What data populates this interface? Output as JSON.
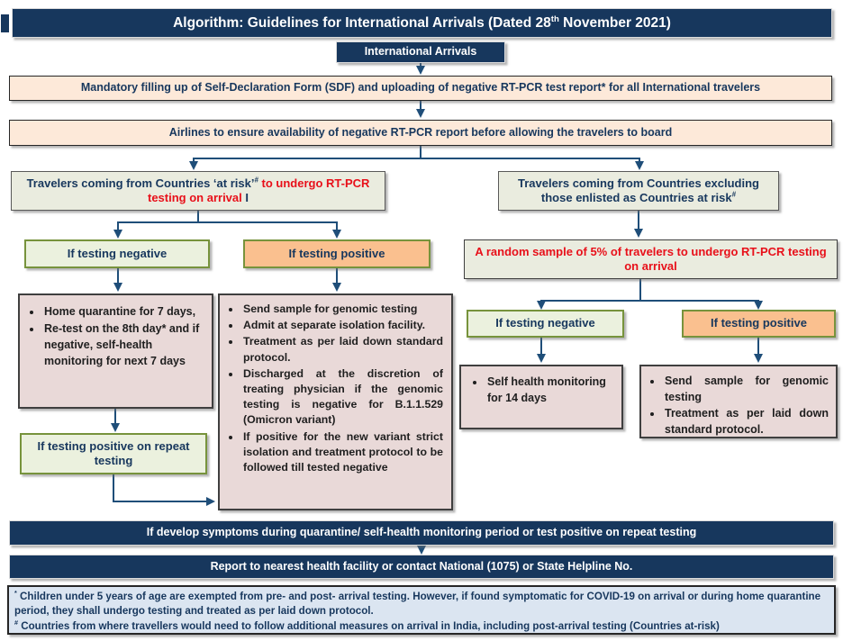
{
  "colors": {
    "navy": "#17375D",
    "connector_line": "#1F4E79",
    "peach": "#FDE9D9",
    "sage": "#EAECDF",
    "light_green": "#EBF1DE",
    "olive_border": "#77933C",
    "orange": "#FAC08F",
    "pink": "#E9D9D8",
    "footer_blue": "#DBE5F1",
    "red": "#E8101A"
  },
  "title": {
    "pre": "Algorithm: Guidelines for International Arrivals (Dated 28",
    "sup": "th",
    "post": " November 2021)"
  },
  "flow": {
    "international_arrivals": "International Arrivals",
    "mandatory": "Mandatory filling up of Self-Declaration Form (SDF) and uploading of negative RT-PCR test report* for all International travelers",
    "airlines": "Airlines to ensure availability of negative RT-PCR report before allowing the travelers to board",
    "at_risk": {
      "lead": "Travelers coming from Countries ‘at risk’",
      "sup": "#",
      "red": " to undergo RT-PCR testing on arrival",
      "tail": " I"
    },
    "excluding": {
      "text": "Travelers coming from Countries excluding those enlisted as Countries at risk",
      "sup": "#"
    },
    "if_negative": "If testing negative",
    "if_positive": "If testing positive",
    "home_quarantine": {
      "items": [
        "Home quarantine for 7 days,",
        "Re-test on the 8th day* and if negative, self-health monitoring for next 7 days"
      ]
    },
    "repeat_positive": "If testing positive on repeat testing",
    "genomic": {
      "items": [
        "Send sample for genomic testing",
        "Admit at separate isolation facility.",
        "Treatment as per laid down standard protocol.",
        "Discharged at the discretion of treating physician if the genomic testing is negative for B.1.1.529 (Omicron variant)",
        "If positive for the new variant strict isolation and treatment protocol to be followed till tested negative"
      ]
    },
    "random_sample": "A random sample of 5% of travelers to undergo RT-PCR testing on arrival",
    "self_health": {
      "items": [
        "Self health monitoring for 14 days"
      ]
    },
    "positive_protocol": {
      "items": [
        "Send sample for genomic testing",
        "Treatment as per laid down standard protocol."
      ]
    },
    "symptoms": "If develop symptoms during quarantine/ self-health monitoring period or test positive on repeat testing",
    "report": "Report to nearest health facility or contact National (1075) or State Helpline No."
  },
  "footnotes": {
    "items": [
      {
        "marker": "*",
        "text": " Children under 5 years of age are exempted from pre- and post- arrival testing. However, if found symptomatic for COVID-19 on arrival or during home quarantine period, they shall undergo testing and treated as per laid down protocol."
      },
      {
        "marker": "#",
        "text": " Countries from where travellers would need to follow additional measures on arrival in India, including post-arrival testing (Countries at-risk)"
      }
    ]
  }
}
